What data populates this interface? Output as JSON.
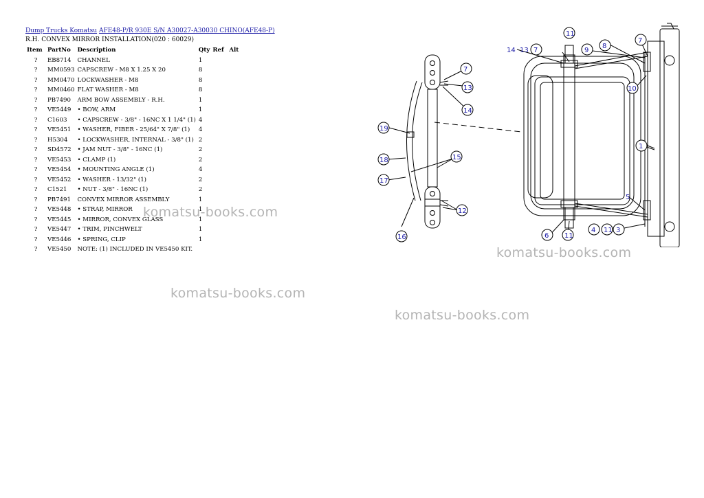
{
  "breadcrumb": {
    "link1": "Dump Trucks Komatsu",
    "link2": "AFE48-P/R 930E S/N A30027-A30030 CHINO(AFE48-P)"
  },
  "subtitle": "R.H. CONVEX MIRROR INSTALLATION(020 : 60029)",
  "table": {
    "headers": [
      "Item",
      "PartNo",
      "Description",
      "Qty",
      "Ref",
      "Alt"
    ],
    "rows": [
      {
        "item": "?",
        "part": "EB8714",
        "desc": "CHANNEL",
        "qty": "1"
      },
      {
        "item": "?",
        "part": "MM0593",
        "desc": "CAPSCREW - M8 X 1.25 X 20",
        "qty": "8"
      },
      {
        "item": "?",
        "part": "MM0470",
        "desc": "LOCKWASHER - M8",
        "qty": "8"
      },
      {
        "item": "?",
        "part": "MM0460",
        "desc": "FLAT WASHER - M8",
        "qty": "8"
      },
      {
        "item": "?",
        "part": "PB7490",
        "desc": "ARM BOW ASSEMBLY - R.H.",
        "qty": "1"
      },
      {
        "item": "?",
        "part": "VE5449",
        "desc": "• BOW, ARM",
        "qty": "1"
      },
      {
        "item": "?",
        "part": "C1603",
        "desc": "• CAPSCREW - 3/8\" - 16NC X 1 1/4\" (1)",
        "qty": "4"
      },
      {
        "item": "?",
        "part": "VE5451",
        "desc": "• WASHER, FIBER - 25/64\" X 7/8\" (1)",
        "qty": "4"
      },
      {
        "item": "?",
        "part": "H5304",
        "desc": "• LOCKWASHER, INTERNAL - 3/8\" (1)",
        "qty": "2"
      },
      {
        "item": "?",
        "part": "SD4572",
        "desc": "• JAM NUT - 3/8\" - 16NC (1)",
        "qty": "2"
      },
      {
        "item": "?",
        "part": "VE5453",
        "desc": "• CLAMP (1)",
        "qty": "2"
      },
      {
        "item": "?",
        "part": "VE5454",
        "desc": "• MOUNTING ANGLE (1)",
        "qty": "4"
      },
      {
        "item": "?",
        "part": "VE5452",
        "desc": "• WASHER - 13/32\" (1)",
        "qty": "2"
      },
      {
        "item": "?",
        "part": "C1521",
        "desc": "• NUT - 3/8\" - 16NC (1)",
        "qty": "2"
      },
      {
        "item": "?",
        "part": "PB7491",
        "desc": "CONVEX MIRROR ASSEMBLY",
        "qty": "1"
      },
      {
        "item": "?",
        "part": "VE5448",
        "desc": "• STRAP, MIRROR",
        "qty": "1"
      },
      {
        "item": "?",
        "part": "VE5445",
        "desc": "• MIRROR, CONVEX GLASS",
        "qty": "1"
      },
      {
        "item": "?",
        "part": "VE5447",
        "desc": "• TRIM, PINCHWELT",
        "qty": "1"
      },
      {
        "item": "?",
        "part": "VE5446",
        "desc": "• SPRING, CLIP",
        "qty": "1"
      },
      {
        "item": "?",
        "part": "VE5450",
        "desc": "NOTE: (1) INCLUDED IN VE5450 KIT.",
        "qty": ""
      }
    ]
  },
  "watermark": "komatsu-books.com",
  "diagram": {
    "callouts": [
      "1",
      "3",
      "4",
      "5",
      "6",
      "7",
      "8",
      "9",
      "10",
      "11",
      "12",
      "13",
      "14",
      "15",
      "16",
      "17",
      "18",
      "19"
    ]
  },
  "colors": {
    "link": "#1a1aa6",
    "watermark": "#b4b4b4",
    "callout": "#1a1aa6"
  }
}
